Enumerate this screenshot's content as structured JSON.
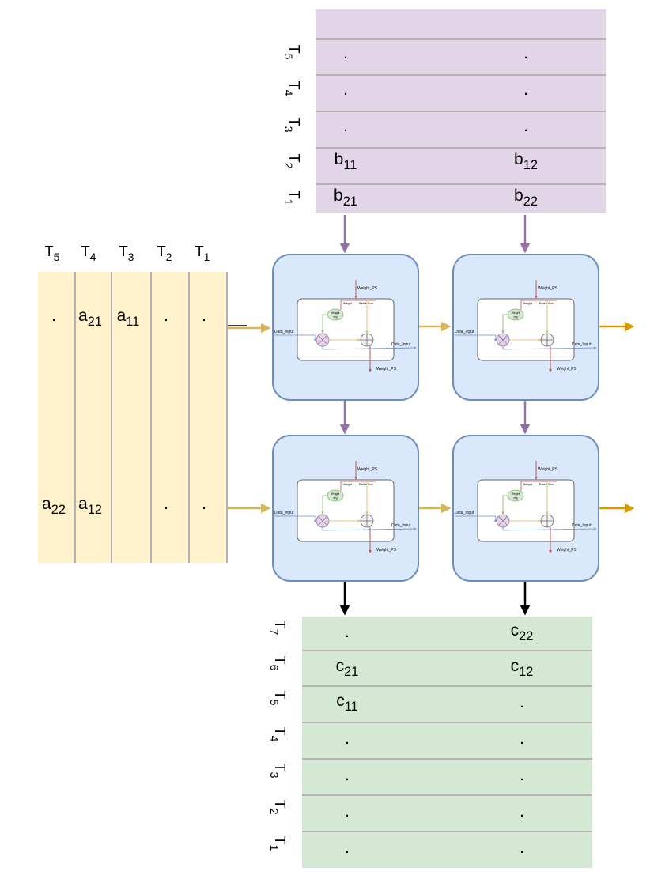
{
  "colors": {
    "b_panel": "#e1d5e7",
    "a_panel": "#fff2cc",
    "c_panel": "#d5e8d4",
    "pe_fill": "#dae8fc",
    "pe_stroke": "#6c8ebf",
    "purple_arrow": "#9673a6",
    "gold_arrow": "#d6b656",
    "orange_arrow": "#d79b00",
    "black_arrow": "#000000",
    "divider": "#b3b3b3"
  },
  "b_matrix": {
    "time_labels": [
      {
        "t": "T",
        "sub": "5"
      },
      {
        "t": "T",
        "sub": "4"
      },
      {
        "t": "T",
        "sub": "3"
      },
      {
        "t": "T",
        "sub": "2"
      },
      {
        "t": "T",
        "sub": "1"
      }
    ],
    "left_column": [
      {
        "t": "."
      },
      {
        "t": "."
      },
      {
        "t": "."
      },
      {
        "t": "b",
        "sub": "11"
      },
      {
        "t": "b",
        "sub": "21"
      }
    ],
    "right_column": [
      {
        "t": "."
      },
      {
        "t": "."
      },
      {
        "t": "."
      },
      {
        "t": "b",
        "sub": "12"
      },
      {
        "t": "b",
        "sub": "22"
      }
    ]
  },
  "a_matrix": {
    "time_labels": [
      {
        "t": "T",
        "sub": "5"
      },
      {
        "t": "T",
        "sub": "4"
      },
      {
        "t": "T",
        "sub": "3"
      },
      {
        "t": "T",
        "sub": "2"
      },
      {
        "t": "T",
        "sub": "1"
      }
    ],
    "top_row": [
      {
        "t": "."
      },
      {
        "t": "a",
        "sub": "21"
      },
      {
        "t": "a",
        "sub": "11"
      },
      {
        "t": "."
      },
      {
        "t": "."
      }
    ],
    "bottom_row": [
      {
        "t": "a",
        "sub": "22"
      },
      {
        "t": "a",
        "sub": "12"
      },
      {
        "t": ""
      },
      {
        "t": "."
      },
      {
        "t": "."
      }
    ]
  },
  "c_matrix": {
    "time_labels": [
      {
        "t": "T",
        "sub": "7"
      },
      {
        "t": "T",
        "sub": "6"
      },
      {
        "t": "T",
        "sub": "5"
      },
      {
        "t": "T",
        "sub": "4"
      },
      {
        "t": "T",
        "sub": "3"
      },
      {
        "t": "T",
        "sub": "2"
      },
      {
        "t": "T",
        "sub": "1"
      }
    ],
    "left_column": [
      {
        "t": "."
      },
      {
        "t": "c",
        "sub": "21"
      },
      {
        "t": "c",
        "sub": "11"
      },
      {
        "t": "."
      },
      {
        "t": "."
      },
      {
        "t": "."
      },
      {
        "t": "."
      }
    ],
    "right_column": [
      {
        "t": "c",
        "sub": "22"
      },
      {
        "t": "c",
        "sub": "12"
      },
      {
        "t": "."
      },
      {
        "t": "."
      },
      {
        "t": "."
      },
      {
        "t": "."
      },
      {
        "t": "."
      }
    ]
  },
  "pe": {
    "weight_ps_top": "Weight_PS",
    "weight_ps_bottom": "Weight_PS",
    "weight": "Weight",
    "partial_sum": "Partial Sum",
    "weight_reg_line1": "Weight",
    "weight_reg_line2": "reg",
    "data_input_in": "Data_Input",
    "data_input_out": "Data_Input"
  }
}
